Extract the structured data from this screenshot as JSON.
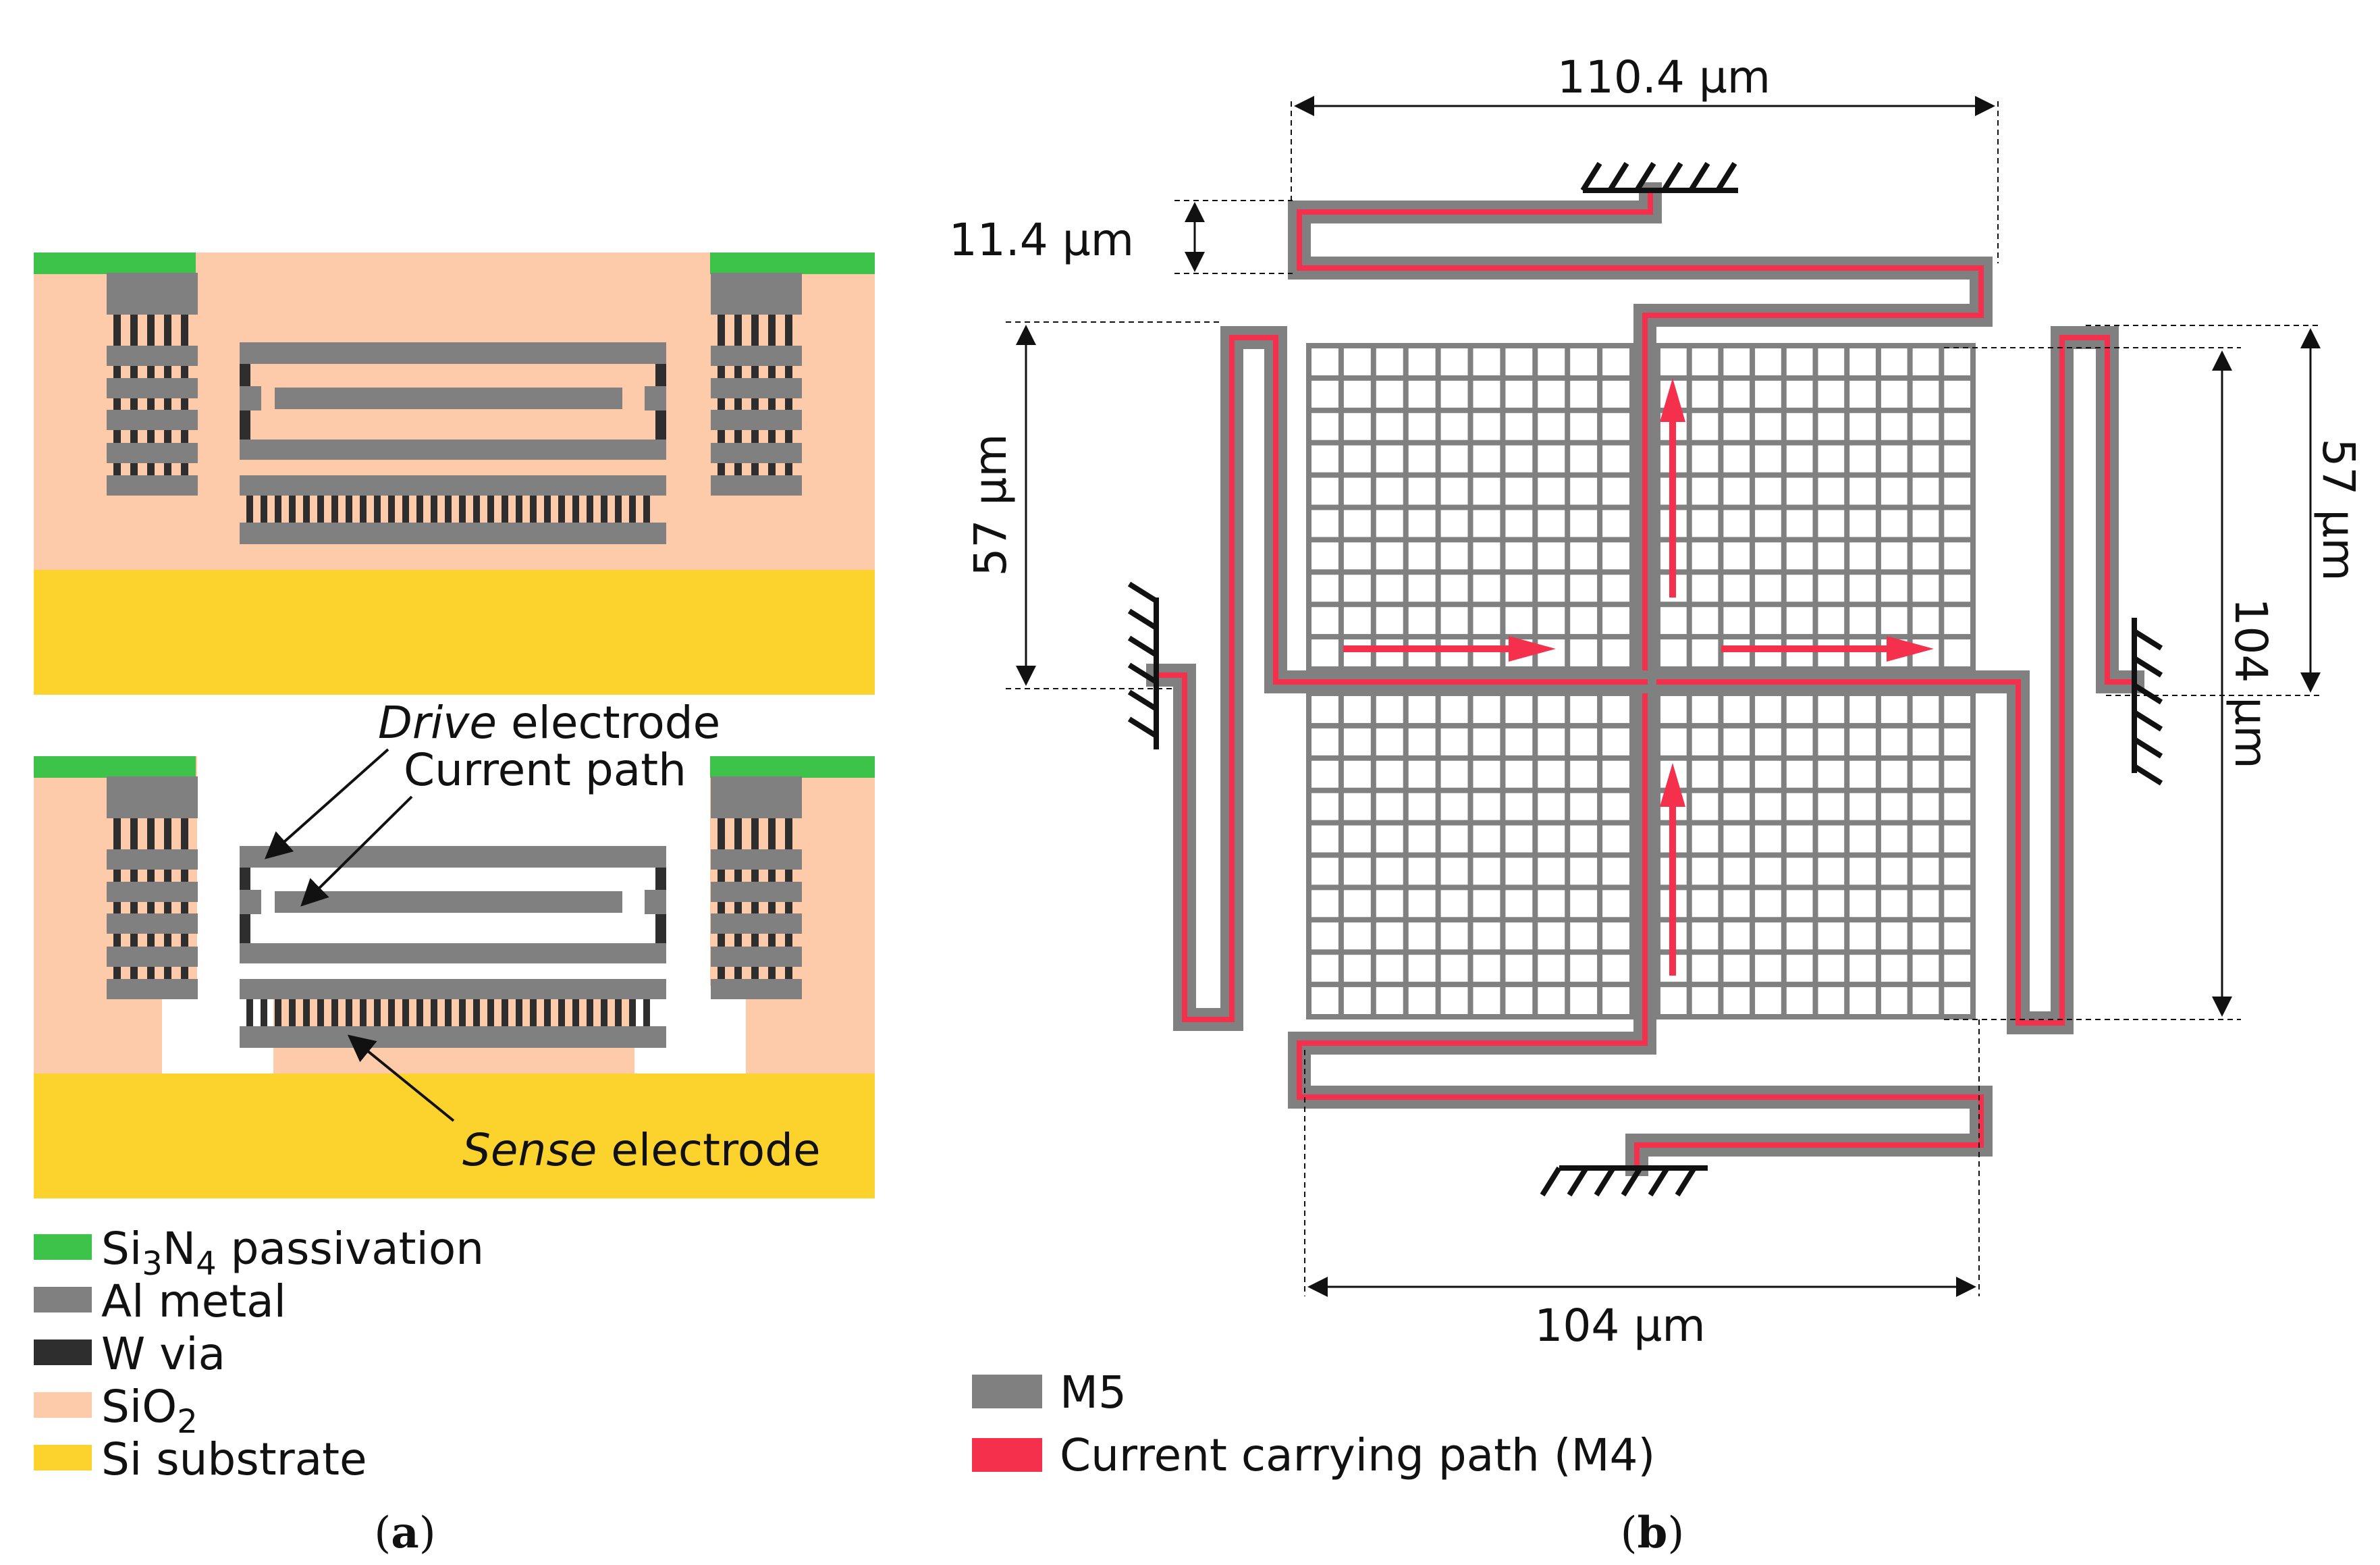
{
  "colors": {
    "passivation": "#3dc24a",
    "metal": "#808080",
    "via": "#2e2e2e",
    "oxide": "#fdcbaa",
    "substrate": "#fcd22d",
    "current_path": "#f5304d",
    "ink": "#111111"
  },
  "panel_a": {
    "annotations": {
      "drive_italic": "Drive",
      "drive_rest": " electrode",
      "current_path": "Current path",
      "sense_italic": "Sense",
      "sense_rest": " electrode"
    },
    "legend": [
      {
        "key": "passivation",
        "parts": [
          "Si",
          "3",
          "N",
          "4",
          " passivation"
        ]
      },
      {
        "key": "metal",
        "text": "Al metal"
      },
      {
        "key": "via",
        "text": "W via"
      },
      {
        "key": "oxide",
        "parts": [
          "SiO",
          "2"
        ]
      },
      {
        "key": "substrate",
        "text": "Si substrate"
      }
    ],
    "caption_open": "(",
    "caption_letter": "a",
    "caption_close": ")"
  },
  "panel_b": {
    "dimensions": {
      "top_width": "110.4 µm",
      "top_height": "11.4 µm",
      "left_height": "57 µm",
      "right_height_top": "57 µm",
      "right_height_total": "104 µm",
      "bottom_width": "104 µm"
    },
    "legend": [
      {
        "key": "metal",
        "text": "M5"
      },
      {
        "key": "current_path",
        "text": "Current carrying path (M4)"
      }
    ],
    "caption_open": "(",
    "caption_letter": "b",
    "caption_close": ")"
  }
}
